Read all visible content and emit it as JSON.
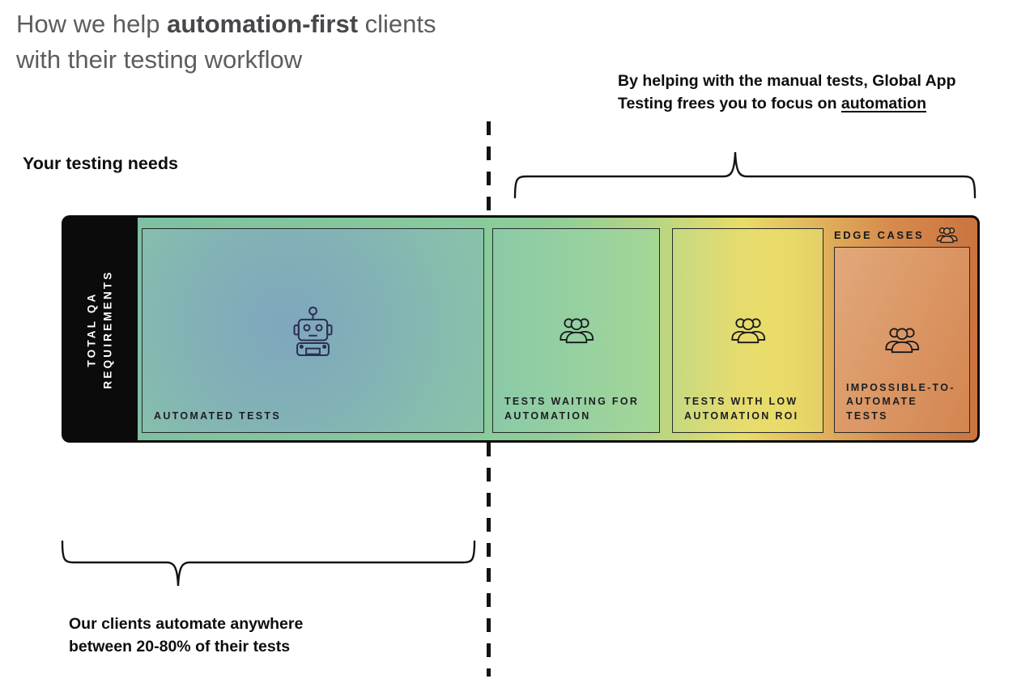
{
  "title": {
    "line1_prefix": "How we help ",
    "line1_bold": "automation-first",
    "line1_suffix": " clients",
    "line2": "with their testing workflow"
  },
  "top_annotation": {
    "line1": "By helping with the manual tests, Global App",
    "line2_prefix": "Testing frees you to focus on ",
    "line2_underlined": "automation"
  },
  "section_label": "Your testing needs",
  "bottom_annotation": {
    "line1": "Our clients automate anywhere",
    "line2": "between 20-80% of their tests"
  },
  "bar": {
    "side_label": "TOTAL QA\nREQUIREMENTS",
    "edge_cases_label": "EDGE CASES",
    "edge_cases_icon": "people-group-icon",
    "boxes": [
      {
        "label": "AUTOMATED TESTS",
        "icon": "robot-icon"
      },
      {
        "label": "TESTS WAITING FOR\nAUTOMATION",
        "icon": "people-group-icon"
      },
      {
        "label": "TESTS WITH LOW\nAUTOMATION ROI",
        "icon": "people-group-icon"
      },
      {
        "label": "IMPOSSIBLE-TO-\nAUTOMATE TESTS",
        "icon": "people-group-icon"
      }
    ]
  },
  "colors": {
    "title_text": "#5c5d60",
    "emphasis_text": "#0d0e10",
    "bar_black": "#0b0b0b",
    "band_green": "#7dc1a2",
    "band_yellow": "#e9dd67",
    "band_orange": "#cb7340",
    "box1_blue_center": "#7fa7bd",
    "robot_stroke": "#2b3054",
    "people_stroke": "#17191c",
    "side_label_text": "#ffffff"
  }
}
